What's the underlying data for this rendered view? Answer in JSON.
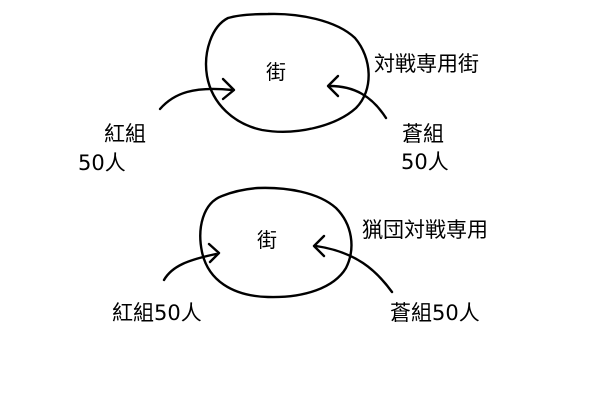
{
  "diagram_1": {
    "center_label": "街",
    "side_label": "対戦専用街",
    "left_team": {
      "name": "紅組",
      "count": "50人"
    },
    "right_team": {
      "name": "蒼組",
      "count": "50人"
    }
  },
  "diagram_2": {
    "center_label": "街",
    "side_label": "猟団対戦専用",
    "left_team_label": "紅組50人",
    "right_team_label": "蒼組50人"
  },
  "colors": {
    "stroke": "#000000",
    "background": "#ffffff"
  }
}
